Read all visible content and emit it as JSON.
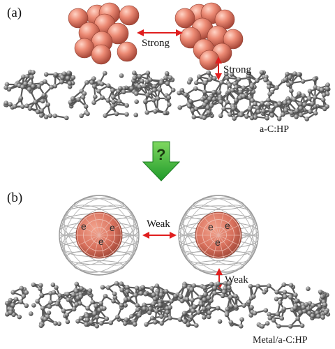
{
  "panel_a": {
    "label": "(a)",
    "strong_horizontal": "Strong",
    "strong_vertical": "Strong",
    "substrate": "a-C:HP"
  },
  "transition": {
    "question": "?"
  },
  "panel_b": {
    "label": "(b)",
    "weak_horizontal": "Weak",
    "weak_vertical": "Weak",
    "substrate": "Metal/a-C:HP",
    "electron": "e"
  },
  "colors": {
    "metal_atom": "#e8806b",
    "carbon_atom": "#808080",
    "bond": "#5a5a5a",
    "cage": "#a8a8a8",
    "arrow_red": "#e01e1e",
    "arrow_green": "#2fae32"
  }
}
